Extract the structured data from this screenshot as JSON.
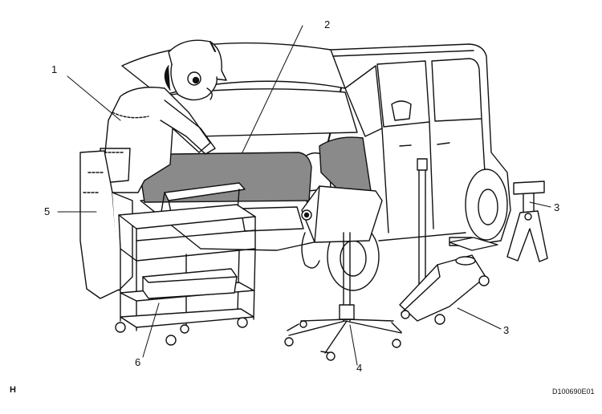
{
  "callouts": [
    {
      "id": "1",
      "text": "1"
    },
    {
      "id": "2",
      "text": "2"
    },
    {
      "id": "3a",
      "text": "3"
    },
    {
      "id": "3b",
      "text": "3"
    },
    {
      "id": "4",
      "text": "4"
    },
    {
      "id": "5",
      "text": "5"
    },
    {
      "id": "6",
      "text": "6"
    }
  ],
  "corner_mark": "H",
  "document_id": "D100690E01",
  "colors": {
    "line": "#111111",
    "fender_cover": "#8a8a8a",
    "glass": "#ffffff"
  }
}
